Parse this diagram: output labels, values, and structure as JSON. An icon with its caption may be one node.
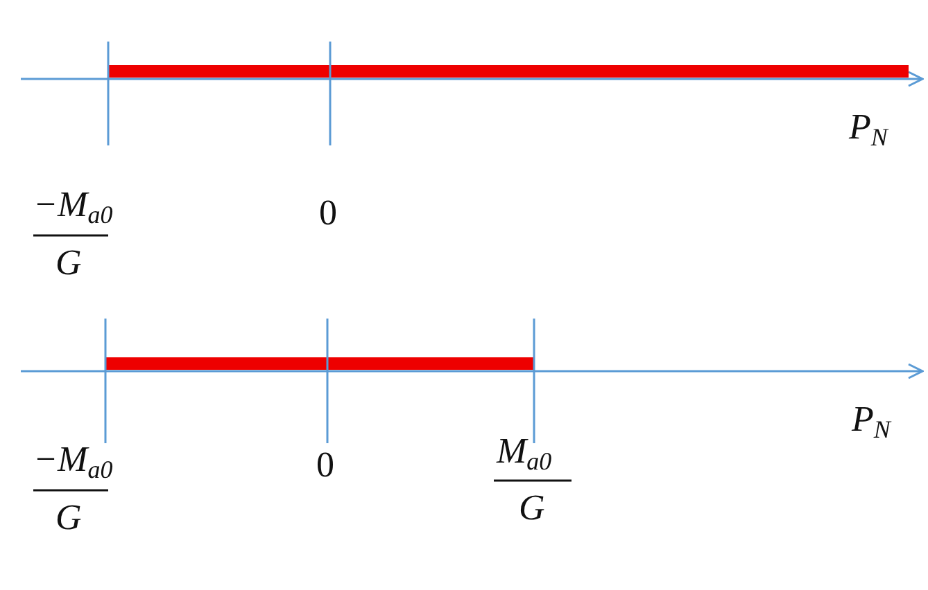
{
  "diagram": {
    "labels": [
      "P$_{N}$",
      "−M$_{a0}$",
      "0",
      "G",
      "−M$_{a0}$",
      "0",
      "M$_{a0}$",
      "P$_{N}$",
      "G",
      "G"
    ]
  }
}
